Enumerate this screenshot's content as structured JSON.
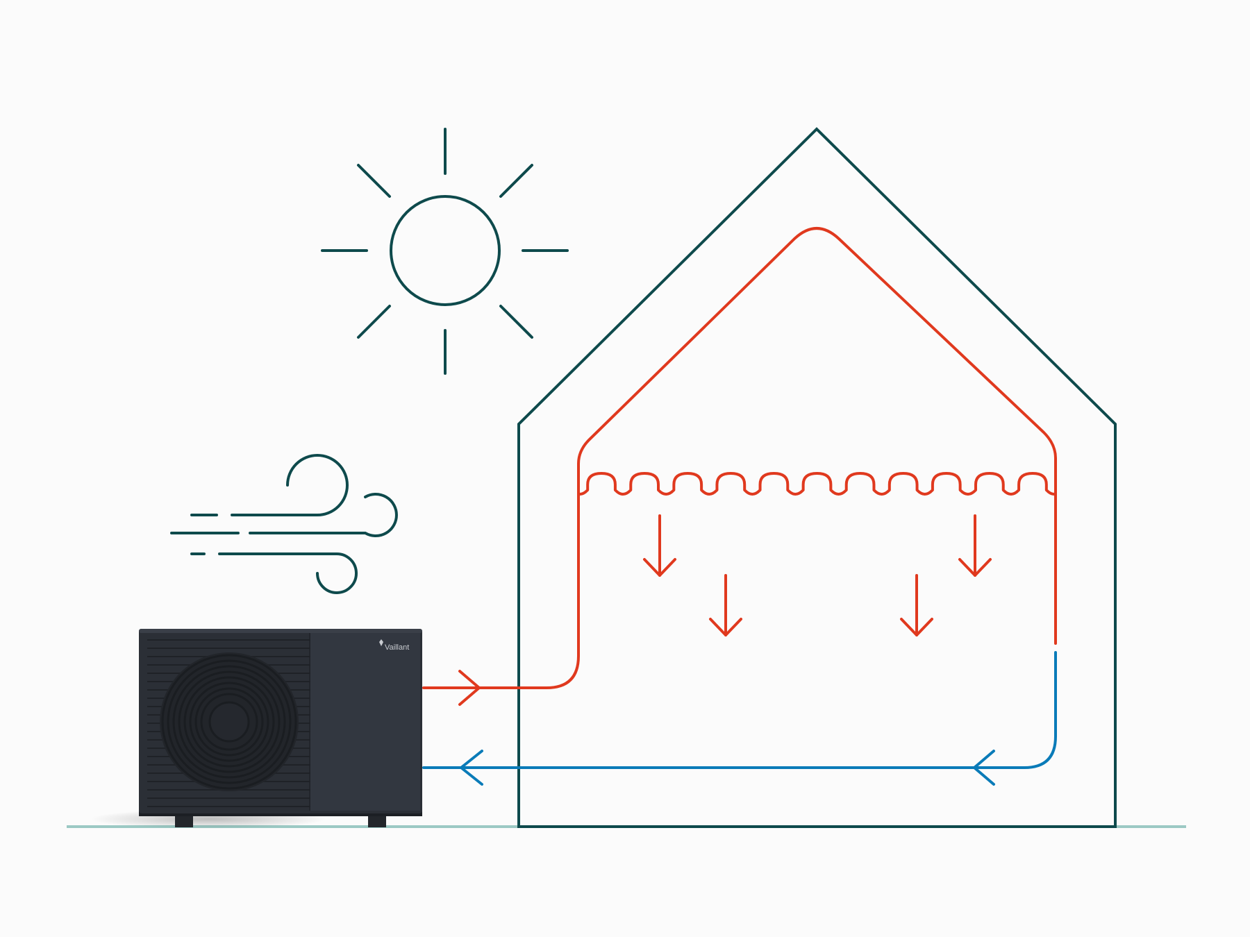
{
  "diagram": {
    "colors": {
      "background": "#fbfbfb",
      "outline": "#0e4a4c",
      "hot_flow": "#e0391e",
      "cold_flow": "#0a7bb8",
      "ground": "#9cc9c4",
      "unit_body": "#2b2f36",
      "unit_panel": "#323740",
      "unit_dark": "#1c1f24"
    },
    "icons": {
      "sun": "sun-icon",
      "wind": "wind-icon",
      "house": "house-outline",
      "heat_pump": "outdoor-heat-pump-unit"
    },
    "heat_pump": {
      "brand": "Vaillant"
    }
  }
}
